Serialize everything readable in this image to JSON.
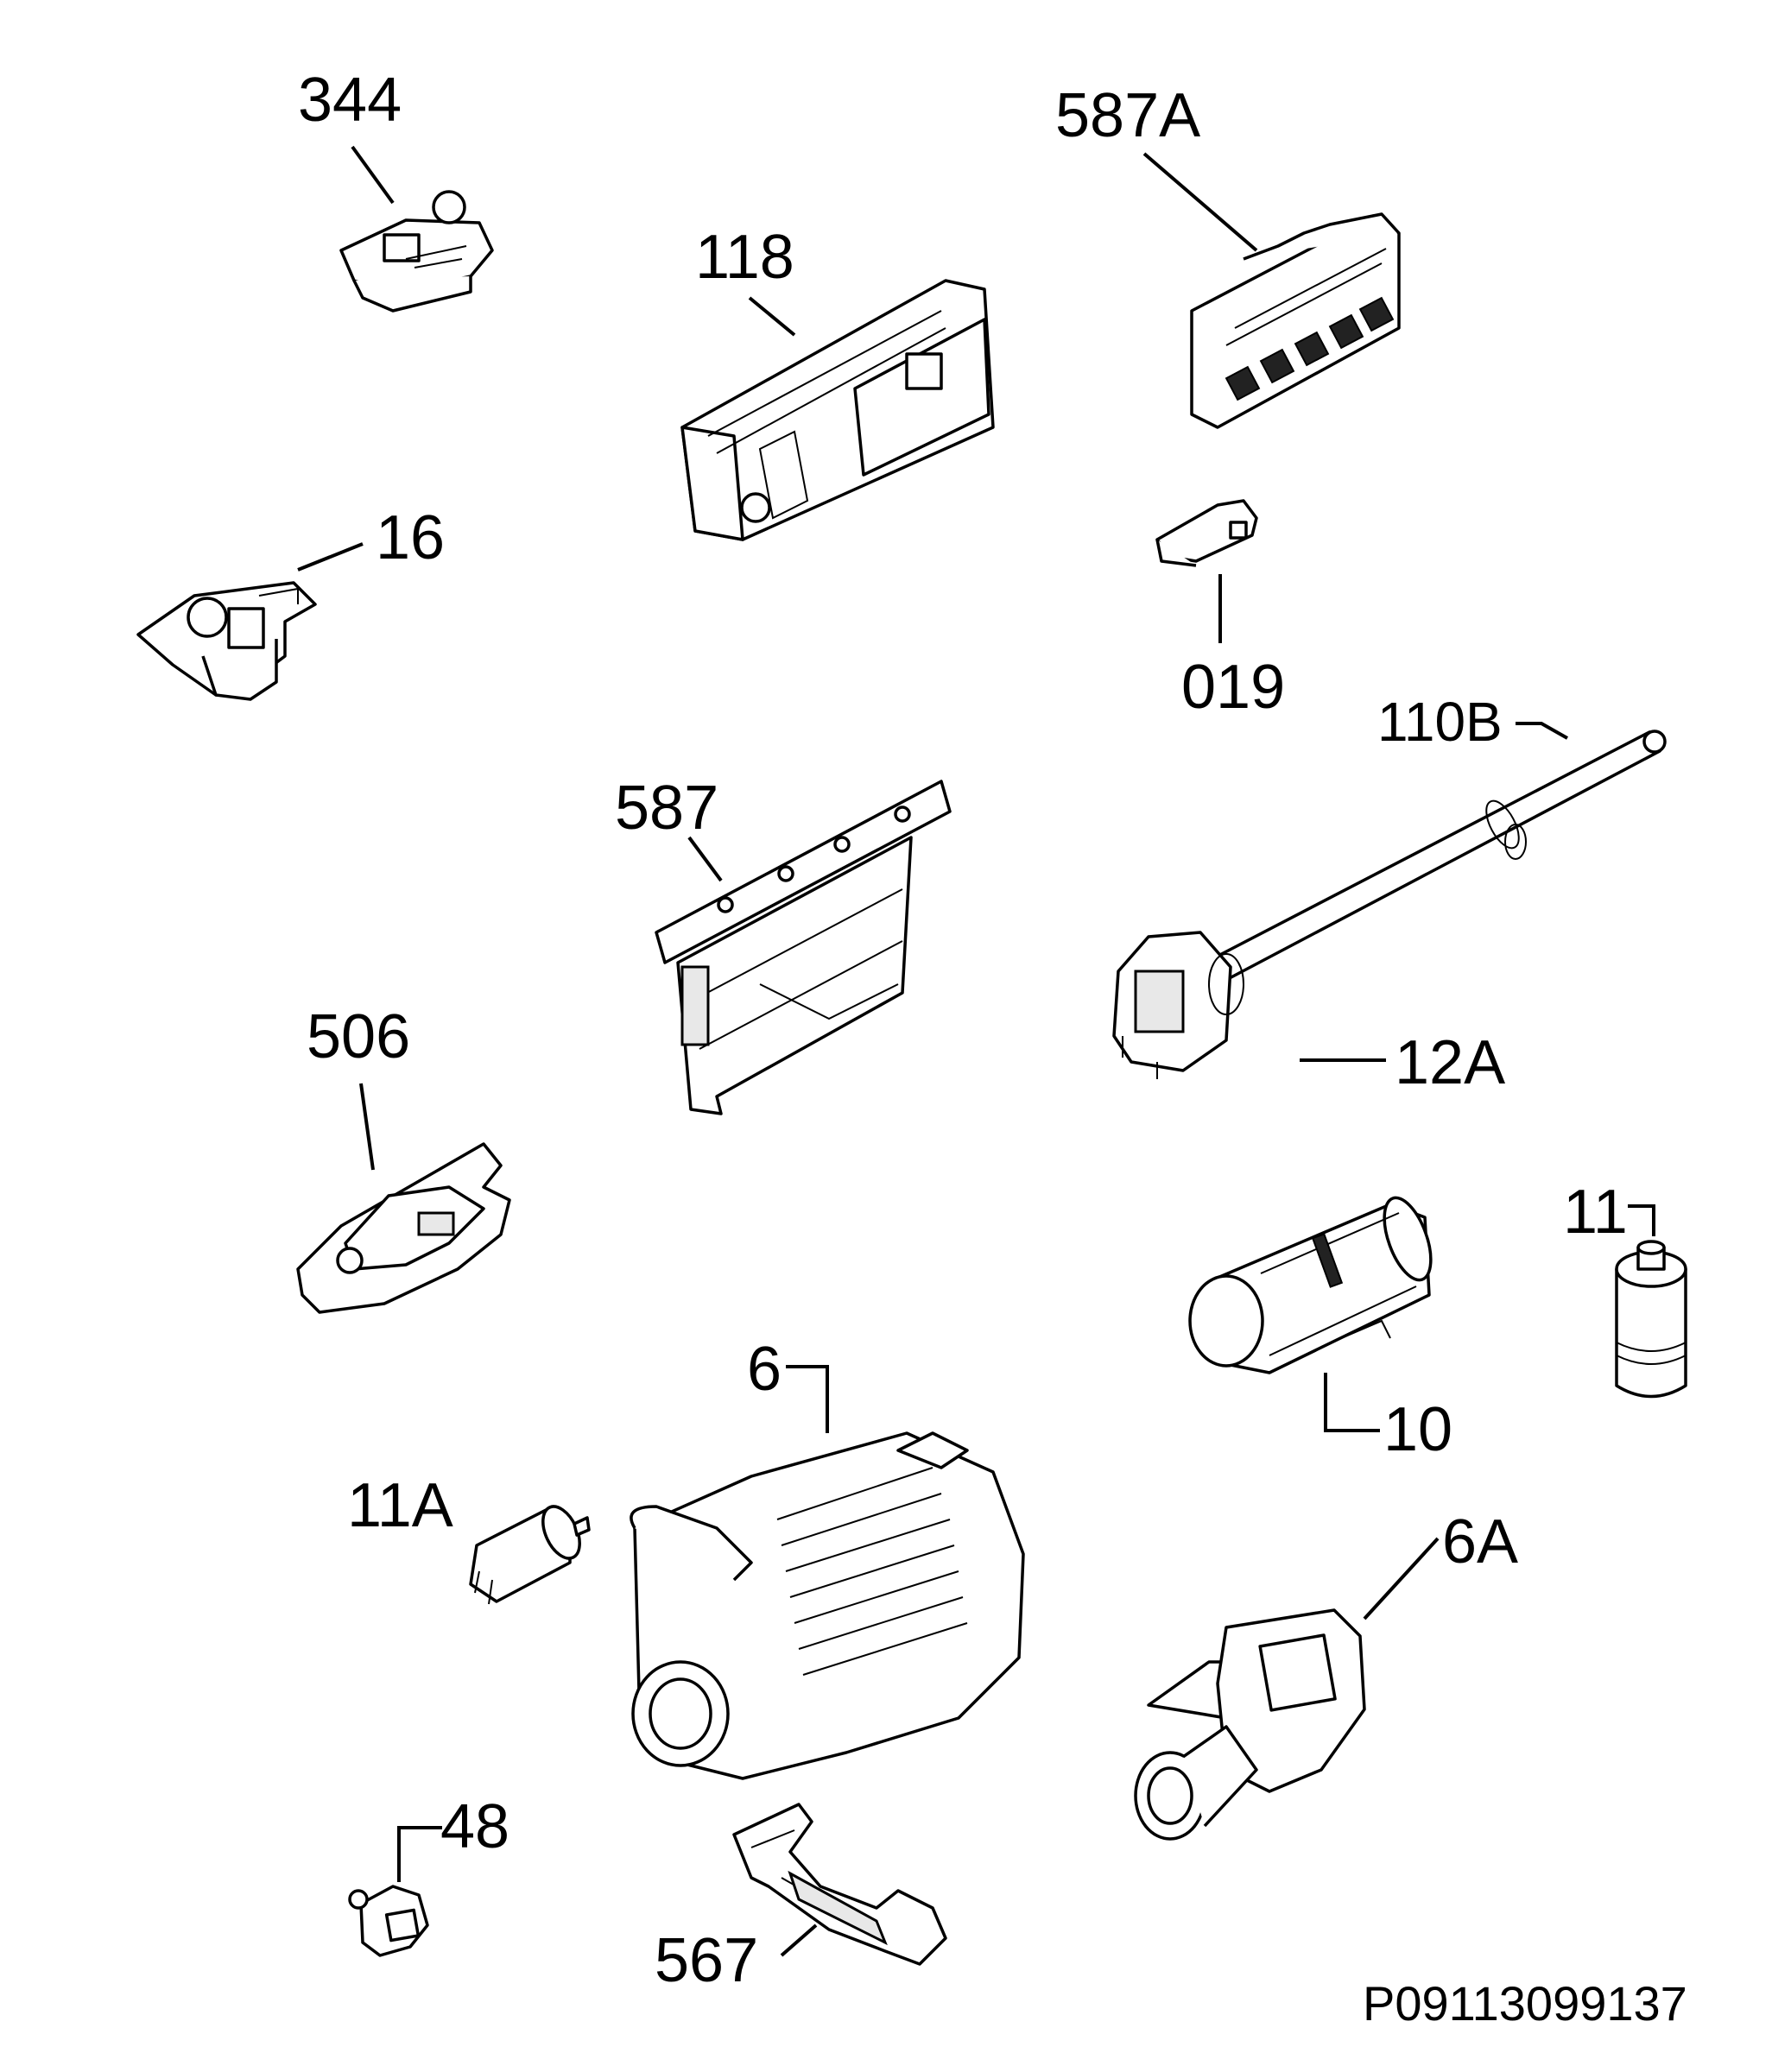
{
  "parts": [
    {
      "id": "p344",
      "label": "344"
    },
    {
      "id": "p587A",
      "label": "587A"
    },
    {
      "id": "p118",
      "label": "118"
    },
    {
      "id": "p16",
      "label": "16"
    },
    {
      "id": "p019",
      "label": "019"
    },
    {
      "id": "p110B",
      "label": "110B"
    },
    {
      "id": "p587",
      "label": "587"
    },
    {
      "id": "p12A",
      "label": "12A"
    },
    {
      "id": "p506",
      "label": "506"
    },
    {
      "id": "p11",
      "label": "11"
    },
    {
      "id": "p6",
      "label": "6"
    },
    {
      "id": "p10",
      "label": "10"
    },
    {
      "id": "p11A",
      "label": "11A"
    },
    {
      "id": "p6A",
      "label": "6A"
    },
    {
      "id": "p48",
      "label": "48"
    },
    {
      "id": "p567",
      "label": "567"
    }
  ],
  "diagram_code": "P09113099137"
}
